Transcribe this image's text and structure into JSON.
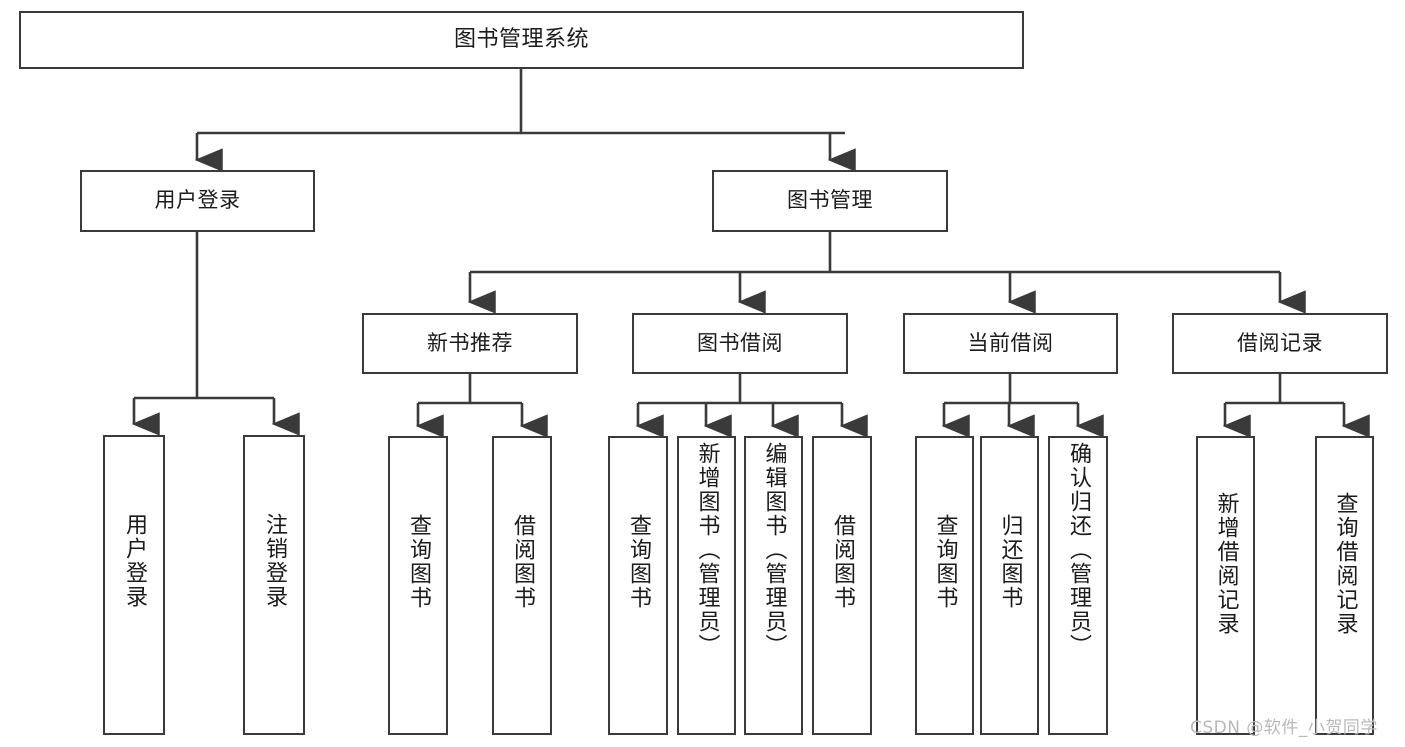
{
  "diagram": {
    "type": "hierarchy-tree",
    "watermark": "CSDN @软件_小贺同学",
    "root": {
      "label": "图书管理系统"
    },
    "level2": [
      {
        "key": "user_login",
        "label": "用户登录"
      },
      {
        "key": "book_manage",
        "label": "图书管理"
      }
    ],
    "level3": [
      {
        "key": "new_book_rec",
        "label": "新书推荐"
      },
      {
        "key": "book_borrow",
        "label": "图书借阅"
      },
      {
        "key": "current_borrow",
        "label": "当前借阅"
      },
      {
        "key": "borrow_record",
        "label": "借阅记录"
      }
    ],
    "leaves": {
      "user_login": [
        {
          "label": "用户登录"
        },
        {
          "label": "注销登录"
        }
      ],
      "new_book_rec": [
        {
          "label": "查询图书"
        },
        {
          "label": "借阅图书"
        }
      ],
      "book_borrow": [
        {
          "label": "查询图书"
        },
        {
          "label": "新增图书（管理员）"
        },
        {
          "label": "编辑图书（管理员）"
        },
        {
          "label": "借阅图书"
        }
      ],
      "current_borrow": [
        {
          "label": "查询图书"
        },
        {
          "label": "归还图书"
        },
        {
          "label": "确认归还（管理员）"
        }
      ],
      "borrow_record": [
        {
          "label": "新增借阅记录"
        },
        {
          "label": "查询借阅记录"
        }
      ]
    },
    "colors": {
      "stroke": "#3a3a3a",
      "fill": "#ffffff",
      "text": "#1b1b1b",
      "watermark": "#b9b9b9"
    }
  }
}
